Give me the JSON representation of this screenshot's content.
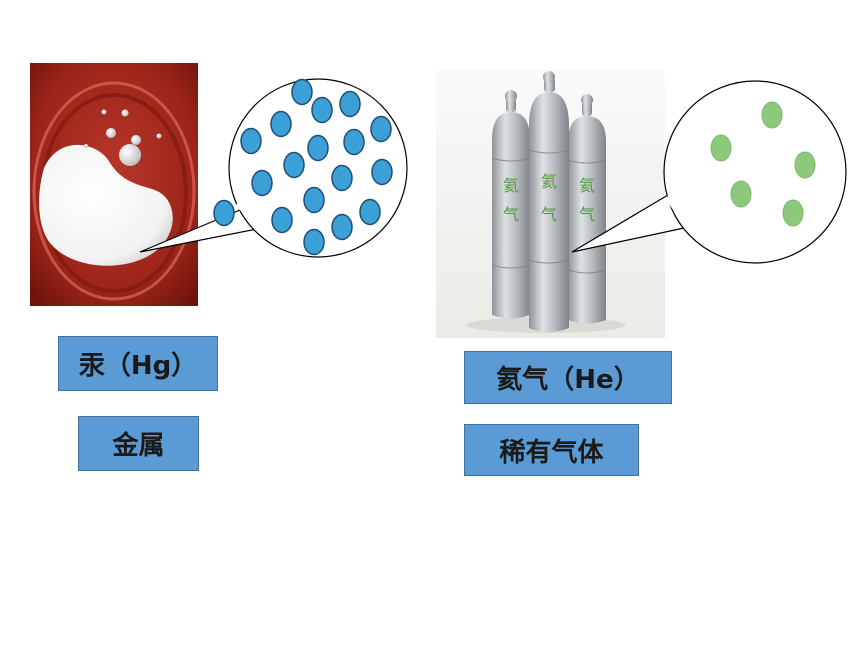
{
  "mercury": {
    "name_label": "汞（Hg）",
    "category_label": "金属"
  },
  "helium": {
    "name_label": "氦气（He）",
    "category_label": "稀有气体",
    "cylinder_text": [
      "氦",
      "气"
    ]
  },
  "colors": {
    "label_box": "#5b9bd5",
    "mercury_atom": "#3aa0d6",
    "helium_atom": "#8cc97a",
    "dish_red": "#a32a1e"
  }
}
